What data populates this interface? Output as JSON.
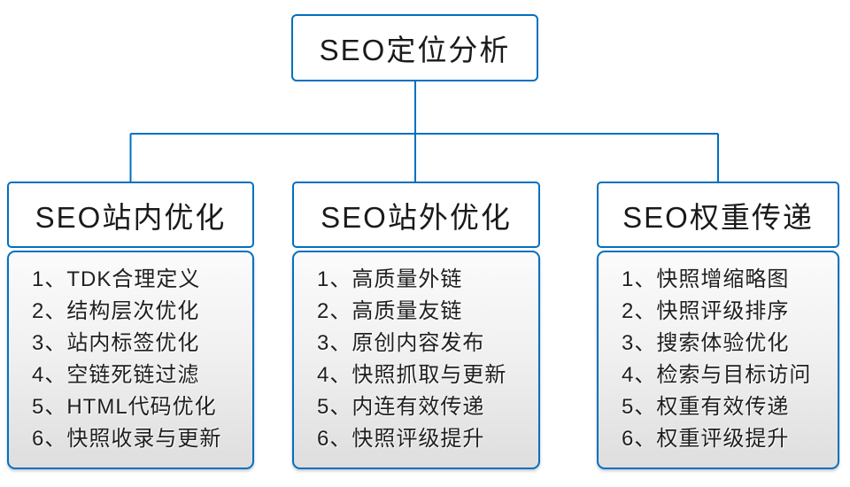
{
  "colors": {
    "accent": "#0070c0"
  },
  "root": {
    "title": "SEO定位分析"
  },
  "columns": [
    {
      "title": "SEO站内优化",
      "items": [
        "1、TDK合理定义",
        "2、结构层次优化",
        "3、站内标签优化",
        "4、空链死链过滤",
        "5、HTML代码优化",
        "6、快照收录与更新"
      ]
    },
    {
      "title": "SEO站外优化",
      "items": [
        "1、高质量外链",
        "2、高质量友链",
        "3、原创内容发布",
        "4、快照抓取与更新",
        "5、内连有效传递",
        "6、快照评级提升"
      ]
    },
    {
      "title": "SEO权重传递",
      "items": [
        "1、快照增缩略图",
        "2、快照评级排序",
        "3、搜索体验优化",
        "4、检索与目标访问",
        "5、权重有效传递",
        "6、权重评级提升"
      ]
    }
  ]
}
